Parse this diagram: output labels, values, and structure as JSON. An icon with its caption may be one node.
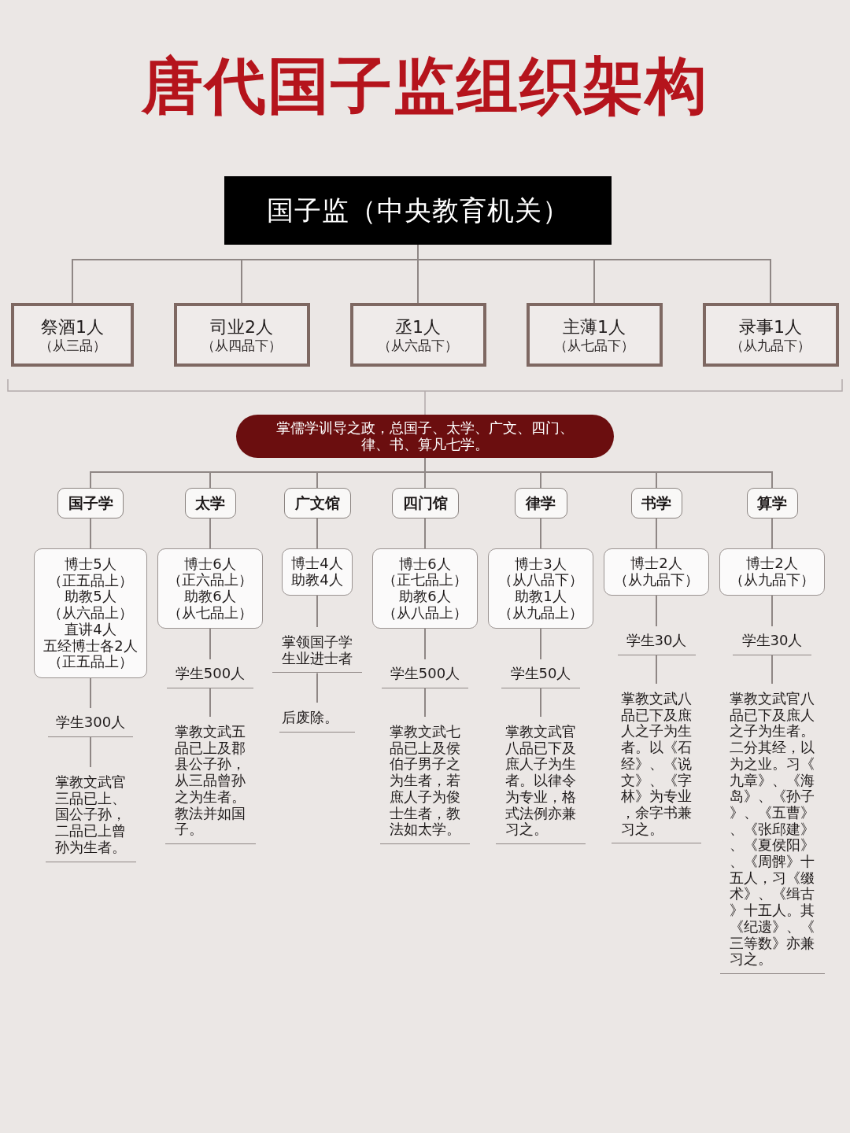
{
  "diagram": {
    "title": "唐代国子监组织架构",
    "nodes": [
      {
        "text": [
          "国子监（中央教育机关）"
        ]
      },
      {
        "text": [
          "祭酒1人",
          "（从三品）"
        ]
      },
      {
        "text": [
          "司业2人",
          "（从四品下）"
        ]
      },
      {
        "text": [
          "丞1人",
          "（从六品下）"
        ]
      },
      {
        "text": [
          "主薄1人",
          "（从七品下）"
        ]
      },
      {
        "text": [
          "录事1人",
          "（从九品下）"
        ]
      },
      {
        "text": [
          "掌儒学训导之政，总国子、太学、广文、四门、律、书、算凡七学。"
        ]
      },
      {
        "text": [
          "国子学"
        ]
      },
      {
        "text": [
          "太学"
        ]
      },
      {
        "text": [
          "广文馆"
        ]
      },
      {
        "text": [
          "四门馆"
        ]
      },
      {
        "text": [
          "律学"
        ]
      },
      {
        "text": [
          "书学"
        ]
      },
      {
        "text": [
          "算学"
        ]
      },
      {
        "text": [
          "博士5人",
          "（正五品上）",
          "助教5人",
          "（从六品上）",
          "直讲4人",
          "五经博士各2人",
          "（正五品上）"
        ]
      },
      {
        "text": [
          "博士6人",
          "（正六品上）",
          "助教6人",
          "（从七品上）"
        ]
      },
      {
        "text": [
          "博士4人",
          "助教4人"
        ]
      },
      {
        "text": [
          "博士6人",
          "（正七品上）",
          "助教6人",
          "（从八品上）"
        ]
      },
      {
        "text": [
          "博士3人",
          "（从八品下）",
          "助教1人",
          "（从九品上）"
        ]
      },
      {
        "text": [
          "博士2人",
          "（从九品下）"
        ]
      },
      {
        "text": [
          "博士2人",
          "（从九品下）"
        ]
      },
      {
        "text": [
          "学生300人"
        ]
      },
      {
        "text": [
          "掌教文武官三品已上、国公子孙，二品已上曾孙为生者。"
        ]
      },
      {
        "text": [
          "学生500人"
        ]
      },
      {
        "text": [
          "掌教文武五品已上及郡县公子孙，从三品曾孙之为生者。教法并如国子。"
        ]
      },
      {
        "text": [
          "掌领国子学生业进士者"
        ]
      },
      {
        "text": [
          "后废除。"
        ]
      },
      {
        "text": [
          "学生500人"
        ]
      },
      {
        "text": [
          "掌教文武七品已上及侯伯子男子之为生者，若庶人子为俊士生者，教法如太学。"
        ]
      },
      {
        "text": [
          "学生50人"
        ]
      },
      {
        "text": [
          "掌教文武官八品已下及庶人子为生者。以律令为专业，格式法例亦兼习之。"
        ]
      },
      {
        "text": [
          "学生30人"
        ]
      },
      {
        "text": [
          "掌教文武八品已下及庶人之子为生者。以《石经》、《说文》、《字林》为专业，余字书兼习之。"
        ]
      },
      {
        "text": [
          "学生30人"
        ]
      },
      {
        "text": [
          "掌教文武官八品已下及庶人之子为生者。二分其经，以为之业。习《九章》、《海岛》、《孙子》、《五曹》、《张邱建》、《夏侯阳》、《周髀》十五人，习《缀术》、《缉古》十五人。其《纪遗》、《三等数》亦兼习之。"
        ]
      }
    ],
    "edges": [
      {
        "from": 0,
        "to": 1,
        "arrow": "none"
      },
      {
        "from": 0,
        "to": 2,
        "arrow": "none"
      },
      {
        "from": 0,
        "to": 3,
        "arrow": "none"
      },
      {
        "from": 0,
        "to": 4,
        "arrow": "none"
      },
      {
        "from": 0,
        "to": 5,
        "arrow": "none"
      },
      {
        "from": 6,
        "to": 7,
        "arrow": "none"
      },
      {
        "from": 6,
        "to": 8,
        "arrow": "none"
      },
      {
        "from": 6,
        "to": 9,
        "arrow": "none"
      },
      {
        "from": 6,
        "to": 10,
        "arrow": "none"
      },
      {
        "from": 6,
        "to": 11,
        "arrow": "none"
      },
      {
        "from": 6,
        "to": 12,
        "arrow": "none"
      },
      {
        "from": 6,
        "to": 13,
        "arrow": "none"
      },
      {
        "from": 7,
        "to": 14,
        "arrow": "none"
      },
      {
        "from": 8,
        "to": 15,
        "arrow": "none"
      },
      {
        "from": 9,
        "to": 16,
        "arrow": "none"
      },
      {
        "from": 10,
        "to": 17,
        "arrow": "none"
      },
      {
        "from": 11,
        "to": 18,
        "arrow": "none"
      },
      {
        "from": 12,
        "to": 19,
        "arrow": "none"
      },
      {
        "from": 13,
        "to": 20,
        "arrow": "none"
      },
      {
        "from": 14,
        "to": 21,
        "arrow": "none"
      },
      {
        "from": 15,
        "to": 23,
        "arrow": "none"
      },
      {
        "from": 16,
        "to": 25,
        "arrow": "none"
      },
      {
        "from": 17,
        "to": 27,
        "arrow": "none"
      },
      {
        "from": 18,
        "to": 29,
        "arrow": "none"
      },
      {
        "from": 19,
        "to": 31,
        "arrow": "none"
      },
      {
        "from": 20,
        "to": 33,
        "arrow": "none"
      },
      {
        "from": 21,
        "to": 22,
        "arrow": "none"
      },
      {
        "from": 23,
        "to": 24,
        "arrow": "none"
      },
      {
        "from": 25,
        "to": 26,
        "arrow": "none"
      },
      {
        "from": 27,
        "to": 28,
        "arrow": "none"
      },
      {
        "from": 29,
        "to": 30,
        "arrow": "none"
      },
      {
        "from": 31,
        "to": 32,
        "arrow": "none"
      },
      {
        "from": 33,
        "to": 34,
        "arrow": "none"
      }
    ]
  }
}
